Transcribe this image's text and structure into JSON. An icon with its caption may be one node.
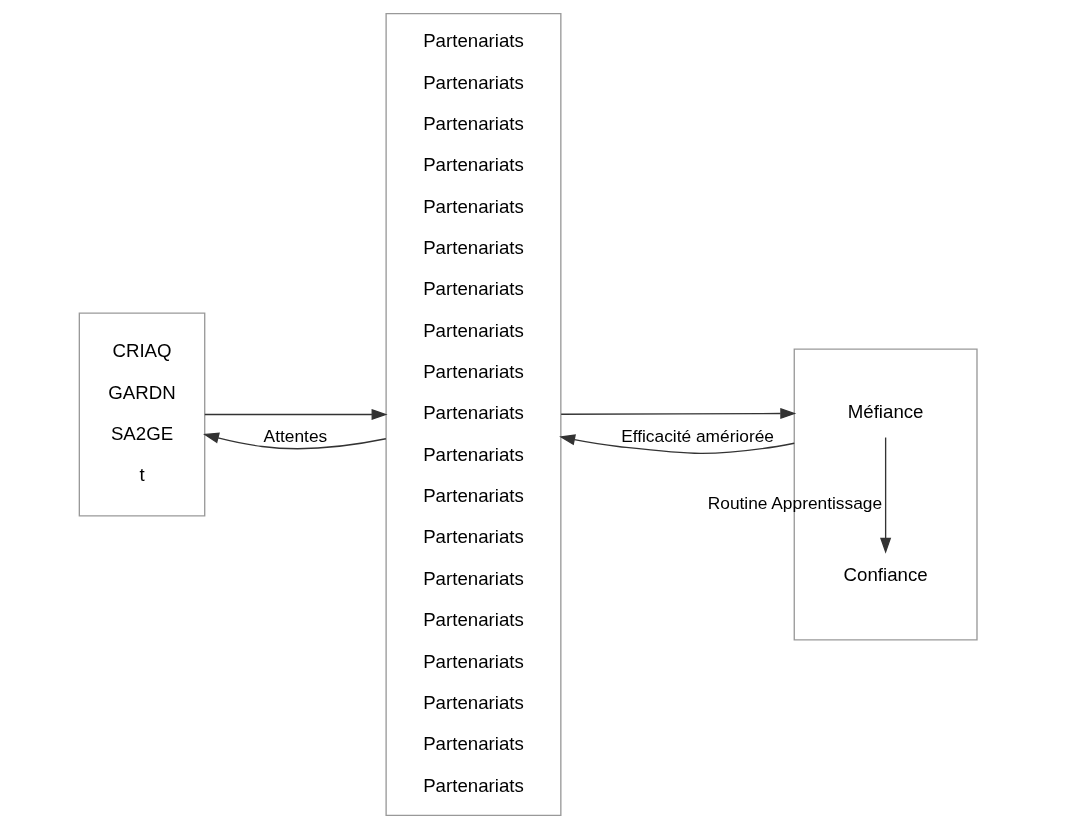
{
  "diagram": {
    "nodes": [
      {
        "text": [
          "CRIAQ",
          "GARDN",
          "SA2GE",
          "t"
        ]
      },
      {
        "text": [
          "Partenariats",
          "Partenariats",
          "Partenariats",
          "Partenariats",
          "Partenariats",
          "Partenariats",
          "Partenariats",
          "Partenariats",
          "Partenariats",
          "Partenariats",
          "Partenariats",
          "Partenariats",
          "Partenariats",
          "Partenariats",
          "Partenariats",
          "Partenariats",
          "Partenariats",
          "Partenariats",
          "Partenariats"
        ]
      },
      {
        "text": [],
        "shape": "box"
      },
      {
        "text": [
          "Méfiance"
        ],
        "in": 2
      },
      {
        "text": [
          "Confiance"
        ],
        "in": 2
      }
    ],
    "edges": [
      {
        "from": 0,
        "to": 1,
        "arrow": "to"
      },
      {
        "from": 1,
        "to": 2,
        "arrow": "to"
      },
      {
        "from": 3,
        "to": 4,
        "arrow": "to",
        "label": "Routine Apprentissage"
      },
      {
        "from": 2,
        "to": 1,
        "arrow": "to",
        "label": "Efficacité amériorée"
      },
      {
        "from": 1,
        "to": 0,
        "arrow": "to",
        "label": "Attentes"
      }
    ]
  }
}
